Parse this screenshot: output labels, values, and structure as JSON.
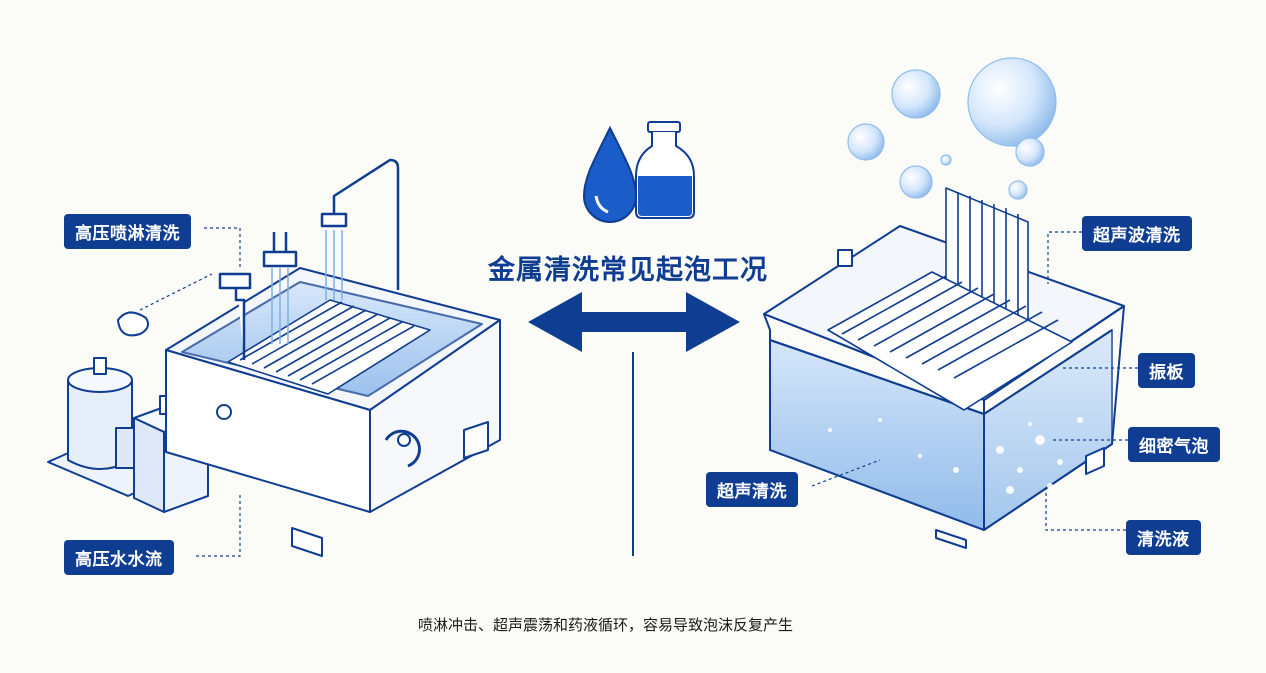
{
  "title": "金属清洗常见起泡工况",
  "caption": "喷淋冲击、超声震荡和药液循环，容易导致泡沫反复产生",
  "labels": {
    "spray": "高压喷淋清洗",
    "flow": "高压水水流",
    "ultra": "超声波清洗",
    "plate": "振板",
    "bubbles": "细密气泡",
    "ultra_clean": "超声清洗",
    "liquid": "清洗液"
  },
  "colors": {
    "navy": "#0f3d91",
    "water": "#7fb0e8",
    "bubble": "#cfe3fb"
  }
}
